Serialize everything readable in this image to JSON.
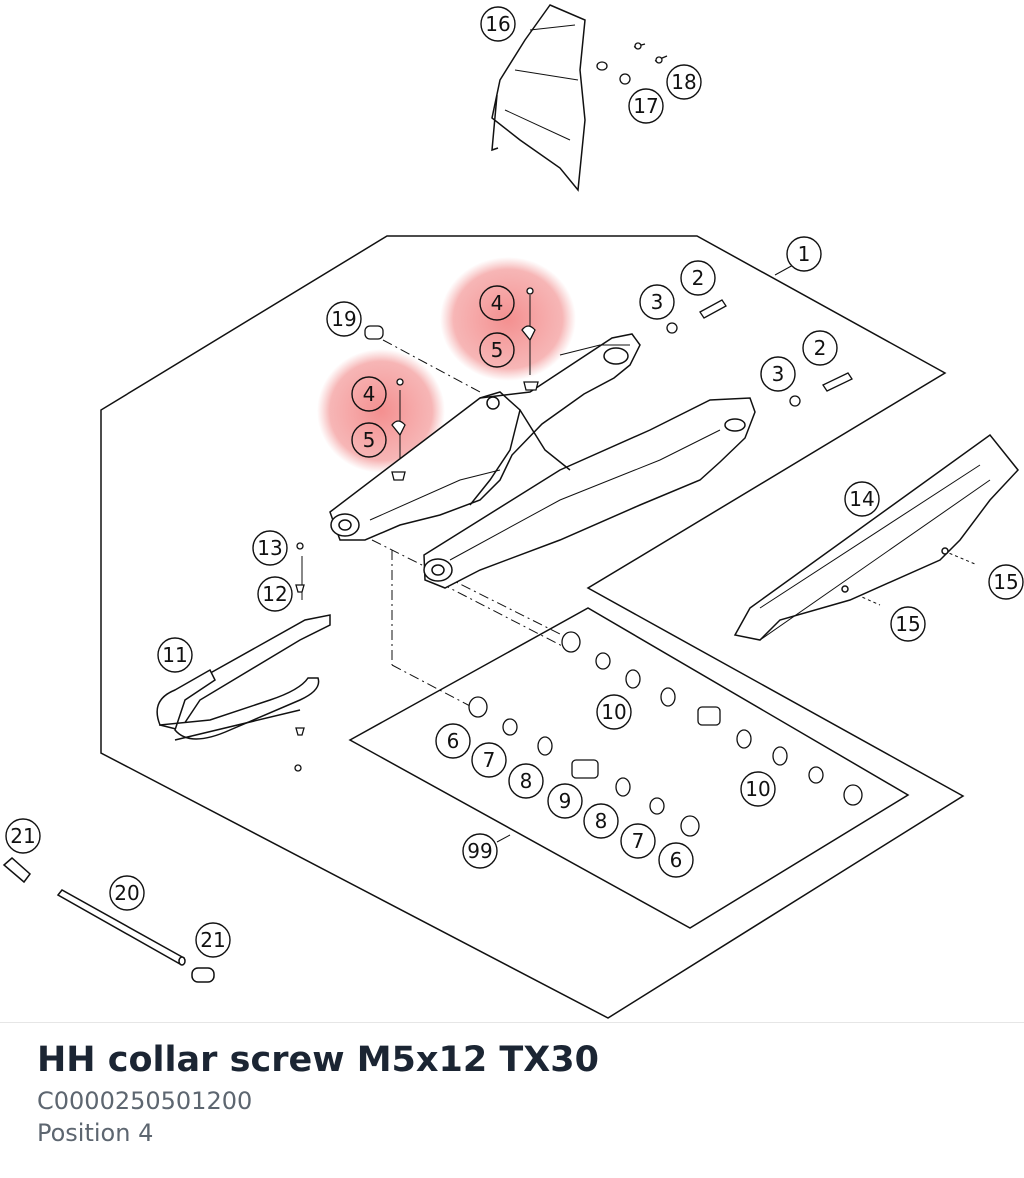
{
  "callouts": {
    "c16": "16",
    "c17": "17",
    "c18": "18",
    "c1": "1",
    "c2a": "2",
    "c2b": "2",
    "c3a": "3",
    "c3b": "3",
    "c19": "19",
    "c4a": "4",
    "c5a": "5",
    "c4b": "4",
    "c5b": "5",
    "c13": "13",
    "c12": "12",
    "c11": "11",
    "c14": "14",
    "c15a": "15",
    "c15b": "15",
    "c10a": "10",
    "c10b": "10",
    "c6a": "6",
    "c7a": "7",
    "c8a": "8",
    "c9": "9",
    "c8b": "8",
    "c7b": "7",
    "c6b": "6",
    "c99": "99",
    "c21a": "21",
    "c20": "20",
    "c21b": "21"
  },
  "highlight": {
    "position": "4",
    "color": "#f08080"
  },
  "part": {
    "title": "HH collar screw M5x12 TX30",
    "number": "C0000250501200",
    "position_text": "Position 4"
  }
}
